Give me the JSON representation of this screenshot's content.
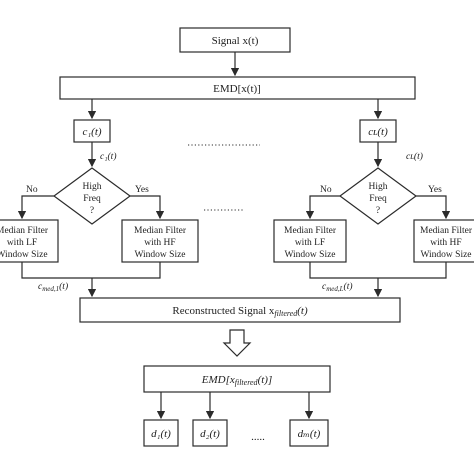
{
  "nodes": {
    "signal": "Signal x(t)",
    "emd": "EMD[x(t)]",
    "c1": "c₁(t)",
    "cL": "cʟ(t)",
    "c1_out": "c₁(t)",
    "cL_out": "cʟ(t)",
    "decision_line1": "High",
    "decision_line2": "Freq",
    "decision_line3": "?",
    "no": "No",
    "yes": "Yes",
    "lf_line1": "Median Filter",
    "lf_line2": "with LF",
    "lf_line3": "Window Size",
    "hf_line1": "Median Filter",
    "hf_line2": "with HF",
    "hf_line3": "Window Size",
    "cmed1": "c",
    "cmed1_sub": "med,1",
    "cmed1_tail": "(t)",
    "cmedL": "c",
    "cmedL_sub": "med,L",
    "cmedL_tail": "(t)",
    "recon": "Reconstructed Signal x",
    "recon_sub": "filtered",
    "recon_tail": "(t)",
    "emd2": "EMD[x",
    "emd2_sub": "filtered",
    "emd2_tail": "(t)]",
    "d1": "d₁(t)",
    "d2": "d₂(t)",
    "dM": "dₘ(t)",
    "ellipsis": "....."
  }
}
